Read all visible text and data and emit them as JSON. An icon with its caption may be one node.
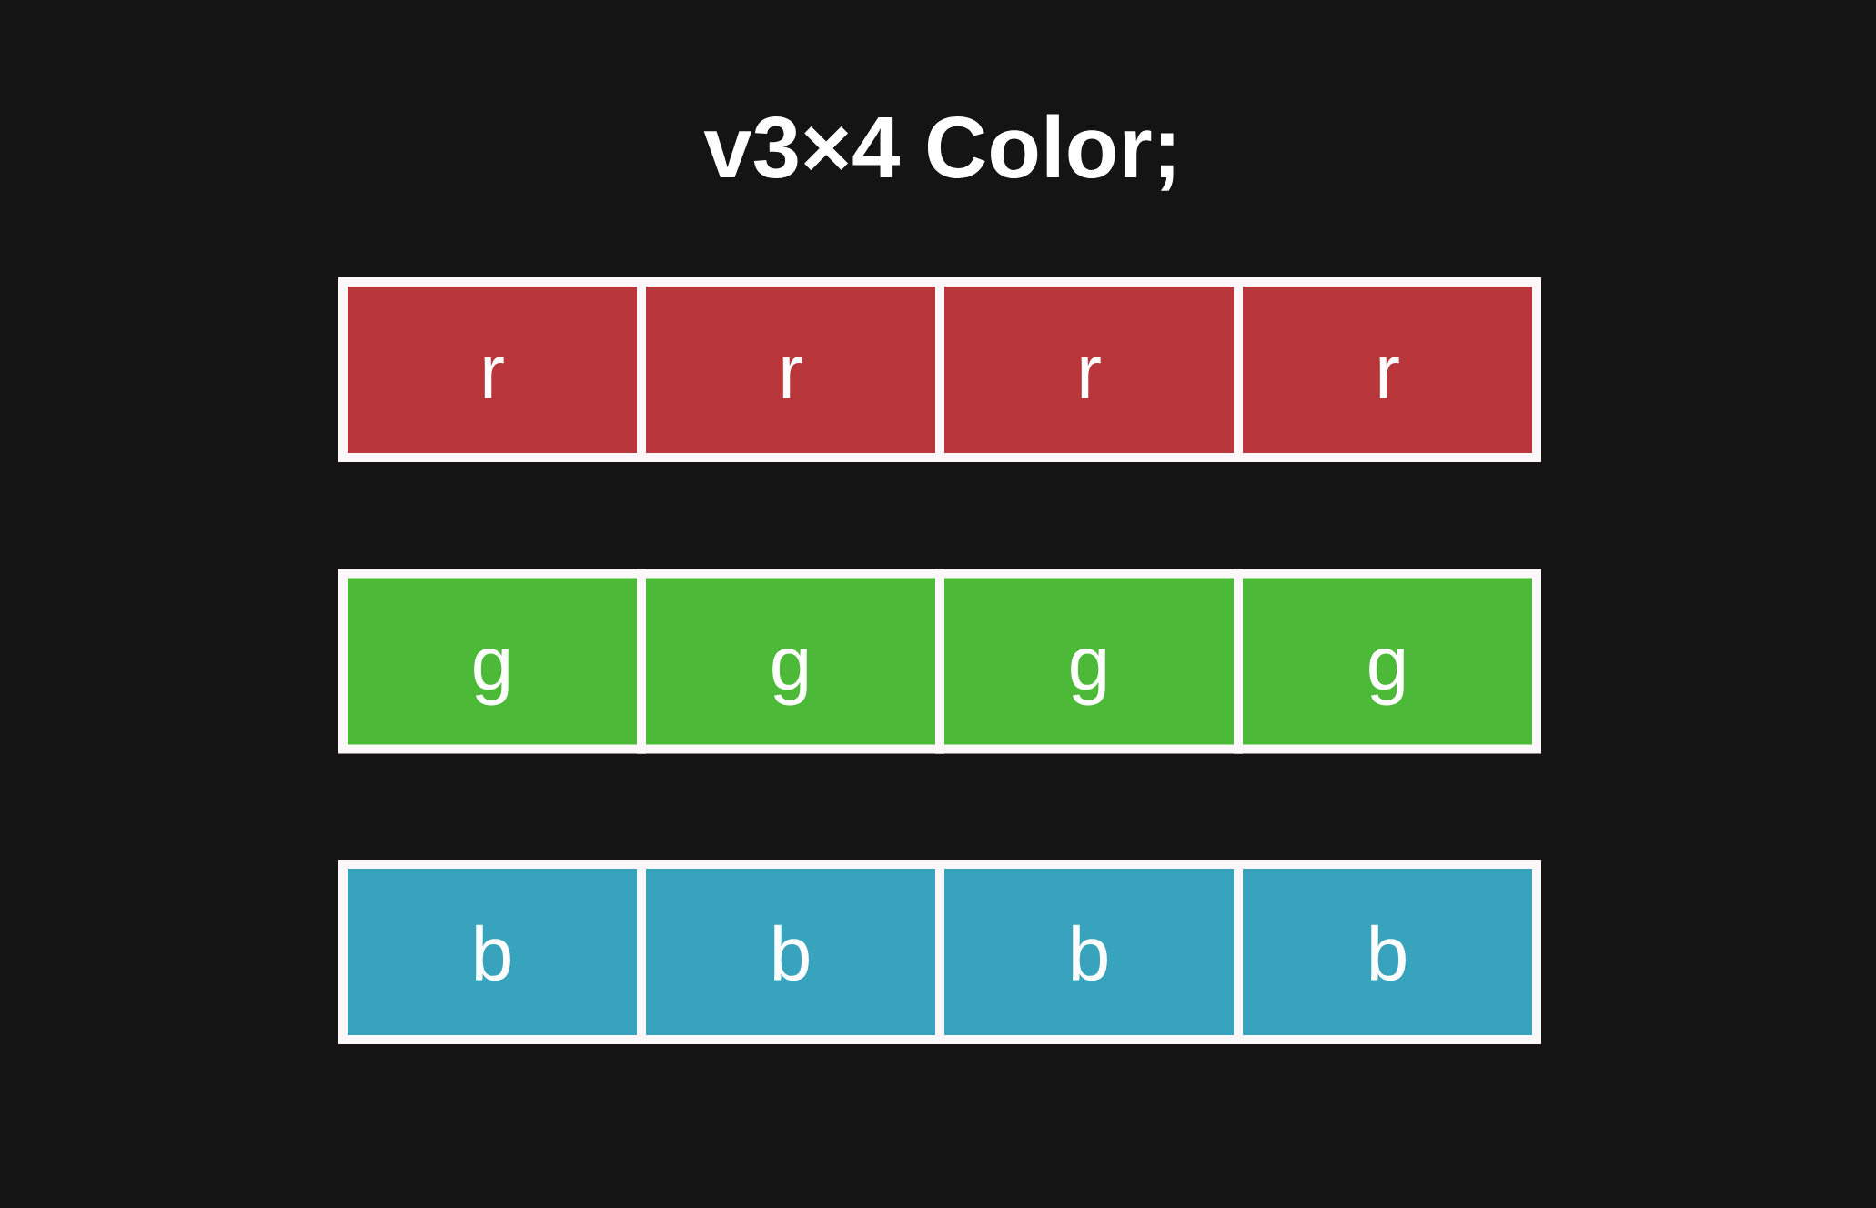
{
  "diagram": {
    "title": "v3×4 Color;",
    "nodes": [
      {
        "text": [
          "r"
        ]
      },
      {
        "text": [
          "r"
        ]
      },
      {
        "text": [
          "r"
        ]
      },
      {
        "text": [
          "r"
        ]
      },
      {
        "text": [
          "g"
        ]
      },
      {
        "text": [
          "g"
        ]
      },
      {
        "text": [
          "g"
        ]
      },
      {
        "text": [
          "g"
        ]
      },
      {
        "text": [
          "b"
        ]
      },
      {
        "text": [
          "b"
        ]
      },
      {
        "text": [
          "b"
        ]
      },
      {
        "text": [
          "b"
        ]
      }
    ]
  }
}
